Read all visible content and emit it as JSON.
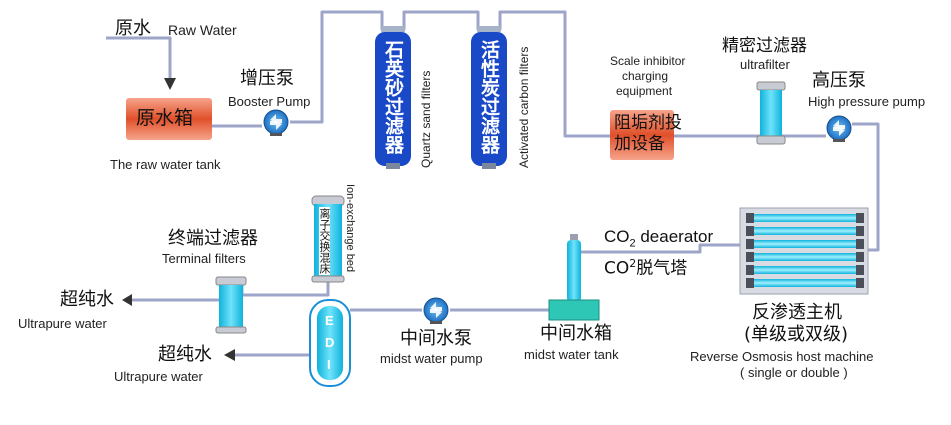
{
  "raw_water": {
    "cn": "原水",
    "en": "Raw Water"
  },
  "raw_tank": {
    "cn": "原水箱",
    "en": "The raw water tank"
  },
  "booster_pump": {
    "cn": "增压泵",
    "en": "Booster Pump"
  },
  "quartz_filter": {
    "cn": "石英砂过滤器",
    "en": "Quartz sand filters"
  },
  "carbon_filter": {
    "cn": "活性炭过滤器",
    "en": "Activated carbon filters"
  },
  "scale_inhibitor": {
    "en_line1": "Scale inhibitor",
    "en_line2": "charging",
    "en_line3": "equipment",
    "cn_line1": "阻垢剂投",
    "cn_line2": "加设备"
  },
  "ultrafilter": {
    "cn": "精密过滤器",
    "en": "ultrafilter"
  },
  "high_pressure_pump": {
    "cn": "高压泵",
    "en": "High pressure pump"
  },
  "co2_deaerator": {
    "en_prefix": "CO",
    "en_sub": "2",
    "en_suffix": " deaerator",
    "cn_prefix": "CO",
    "cn_sup": "2",
    "cn_suffix": "脱气塔"
  },
  "ro_machine": {
    "cn_line1": "反渗透主机",
    "cn_line2": "(单级或双级)",
    "en_line1": "Reverse Osmosis host machine",
    "en_line2": "( single or double )"
  },
  "ion_exchange": {
    "cn": "离子交换混床",
    "en": "Ion-exchange bed"
  },
  "terminal_filter": {
    "cn": "终端过滤器",
    "en": "Terminal filters"
  },
  "ultrapure_1": {
    "cn": "超纯水",
    "en": "Ultrapure water"
  },
  "ultrapure_2": {
    "cn": "超纯水",
    "en": "Ultrapure water"
  },
  "edi": {
    "letters": [
      "E",
      "D",
      "I"
    ]
  },
  "midst_pump": {
    "cn": "中间水泵",
    "en": "midst water pump"
  },
  "midst_tank": {
    "cn": "中间水箱",
    "en": "midst water tank"
  },
  "colors": {
    "pipe": "#9da6c8",
    "tank_red": "#e0502a",
    "filter_blue": "#1a49c8",
    "cyan": "#1cc8ec",
    "tank_green": "#2ec7b5",
    "pump_blue": "#1f86d6"
  }
}
